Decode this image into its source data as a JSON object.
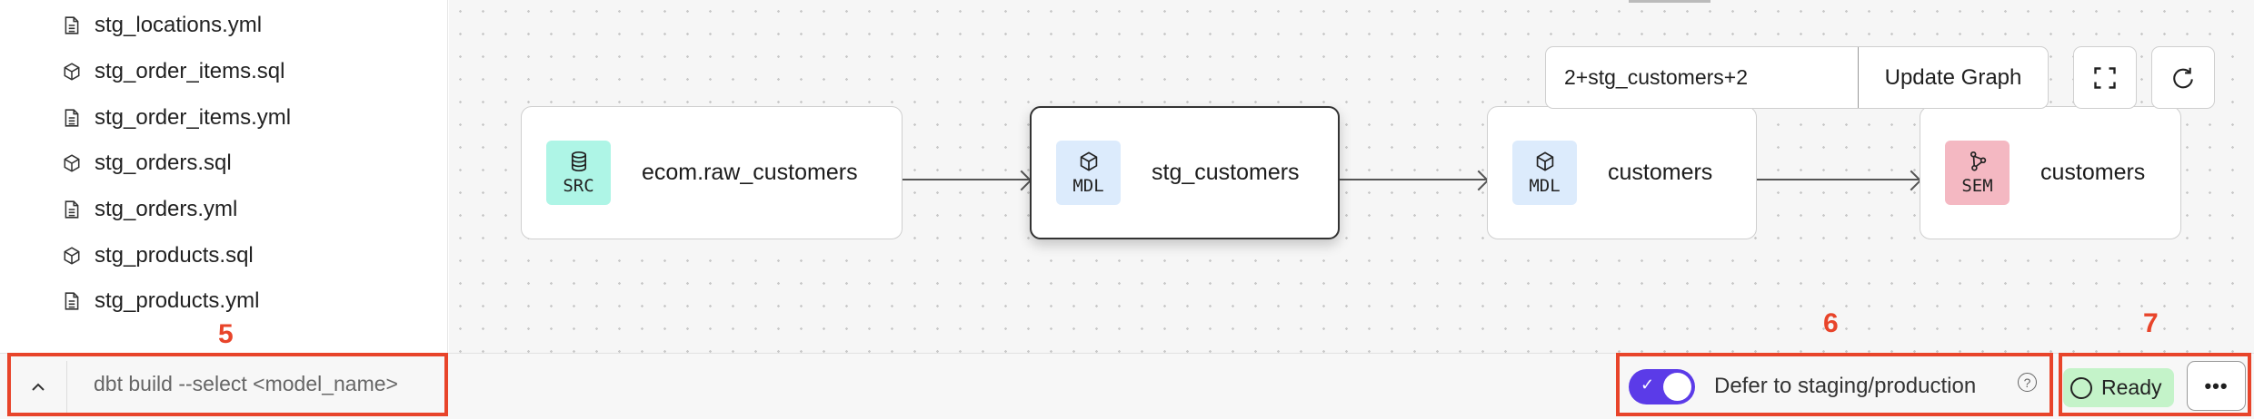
{
  "sidebar": {
    "files": [
      {
        "name": "stg_locations.yml",
        "icon": "file-icon"
      },
      {
        "name": "stg_order_items.sql",
        "icon": "cube-icon"
      },
      {
        "name": "stg_order_items.yml",
        "icon": "file-icon"
      },
      {
        "name": "stg_orders.sql",
        "icon": "cube-icon"
      },
      {
        "name": "stg_orders.yml",
        "icon": "file-icon"
      },
      {
        "name": "stg_products.sql",
        "icon": "cube-icon"
      },
      {
        "name": "stg_products.yml",
        "icon": "file-icon"
      }
    ]
  },
  "graph": {
    "selector_value": "2+stg_customers+2",
    "update_label": "Update Graph",
    "nodes": [
      {
        "badge": "SRC",
        "label": "ecom.raw_customers",
        "color": "#aef5e6"
      },
      {
        "badge": "MDL",
        "label": "stg_customers",
        "color": "#dcebfc",
        "selected": true
      },
      {
        "badge": "MDL",
        "label": "customers",
        "color": "#dcebfc"
      },
      {
        "badge": "SEM",
        "label": "customers",
        "color": "#f4b8c2"
      }
    ]
  },
  "bottom": {
    "command_placeholder": "dbt build --select <model_name>",
    "defer_label": "Defer to staging/production",
    "defer_enabled": true,
    "status": "Ready",
    "toggle_color": "#5b3be8",
    "status_color": "#c4f3c9"
  },
  "annotations": {
    "a5": "5",
    "a6": "6",
    "a7": "7"
  }
}
